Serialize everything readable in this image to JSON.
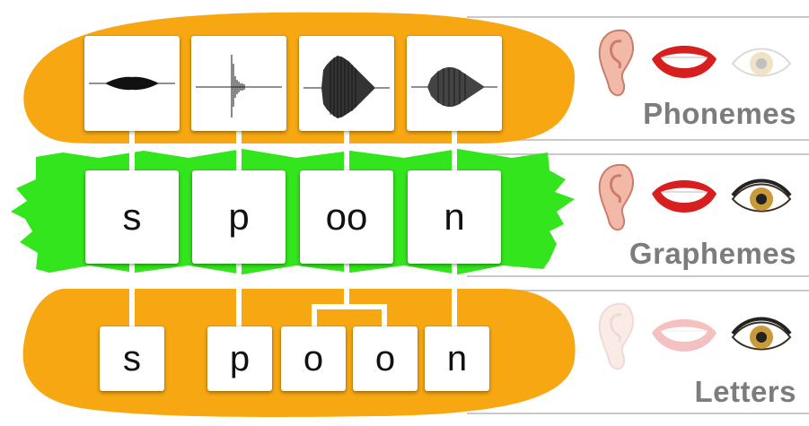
{
  "diagram": {
    "word": "spoon",
    "layers": [
      {
        "name": "Phonemes",
        "senses": {
          "ear": true,
          "mouth": true,
          "eye": false
        },
        "units": [
          "waveform-s",
          "waveform-p",
          "waveform-oo",
          "waveform-n"
        ]
      },
      {
        "name": "Graphemes",
        "senses": {
          "ear": true,
          "mouth": true,
          "eye": true
        },
        "units": [
          "s",
          "p",
          "oo",
          "n"
        ]
      },
      {
        "name": "Letters",
        "senses": {
          "ear": false,
          "mouth": false,
          "eye": true
        },
        "units": [
          "s",
          "p",
          "o",
          "o",
          "n"
        ]
      }
    ]
  },
  "colors": {
    "bun": "#f6a712",
    "lettuce": "#33e51c",
    "label_text": "#7c7c7c",
    "rule_line": "#c9c9c9"
  },
  "icons": [
    "ear-icon",
    "mouth-icon",
    "eye-icon"
  ]
}
